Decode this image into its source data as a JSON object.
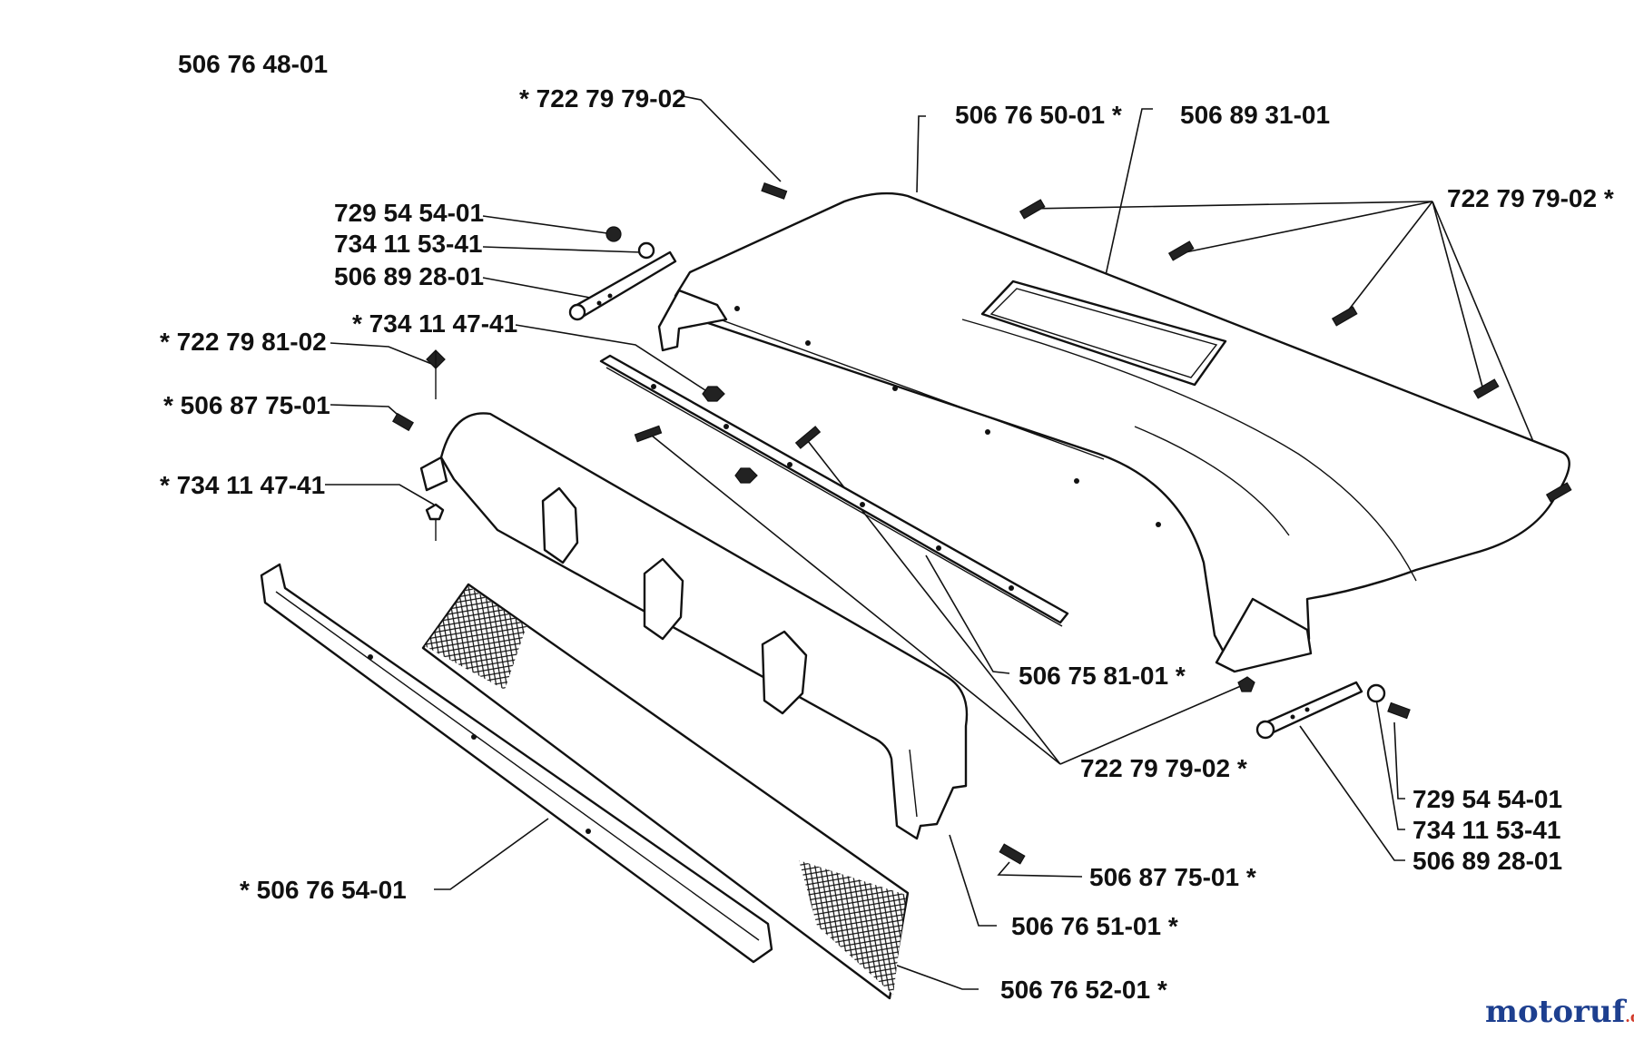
{
  "assembly_number": "506 76 48-01",
  "labels": [
    {
      "id": "tl-screw",
      "text": "* 722 79 79-02"
    },
    {
      "id": "cover",
      "text": "506 76 50-01 *"
    },
    {
      "id": "window",
      "text": "506 89 31-01"
    },
    {
      "id": "tr-screws",
      "text": "722 79 79-02 *"
    },
    {
      "id": "l-bolt",
      "text": "729 54 54-01"
    },
    {
      "id": "l-washer",
      "text": "734 11 53-41"
    },
    {
      "id": "l-link",
      "text": "506 89 28-01"
    },
    {
      "id": "l-nut",
      "text": "* 734 11 47-41"
    },
    {
      "id": "l-screw2",
      "text": "* 722 79 81-02"
    },
    {
      "id": "l-screw3",
      "text": "* 506 87 75-01"
    },
    {
      "id": "l-nut2",
      "text": "* 734 11 47-41"
    },
    {
      "id": "hinge",
      "text": "506 75 81-01 *"
    },
    {
      "id": "bottom-screws",
      "text": "722 79 79-02 *"
    },
    {
      "id": "r-bolt",
      "text": "729 54 54-01"
    },
    {
      "id": "r-washer",
      "text": "734 11 53-41"
    },
    {
      "id": "r-link",
      "text": "506 89 28-01"
    },
    {
      "id": "r-screw",
      "text": "506 87 75-01 *"
    },
    {
      "id": "grille",
      "text": "506 76 51-01 *"
    },
    {
      "id": "bar",
      "text": "* 506 76 54-01"
    },
    {
      "id": "mesh",
      "text": "506 76 52-01 *"
    }
  ],
  "watermark": {
    "main": "motoruf",
    "suffix": ".de",
    "color_main": "#1d3f8f",
    "color_accent": "#d23a2a"
  }
}
